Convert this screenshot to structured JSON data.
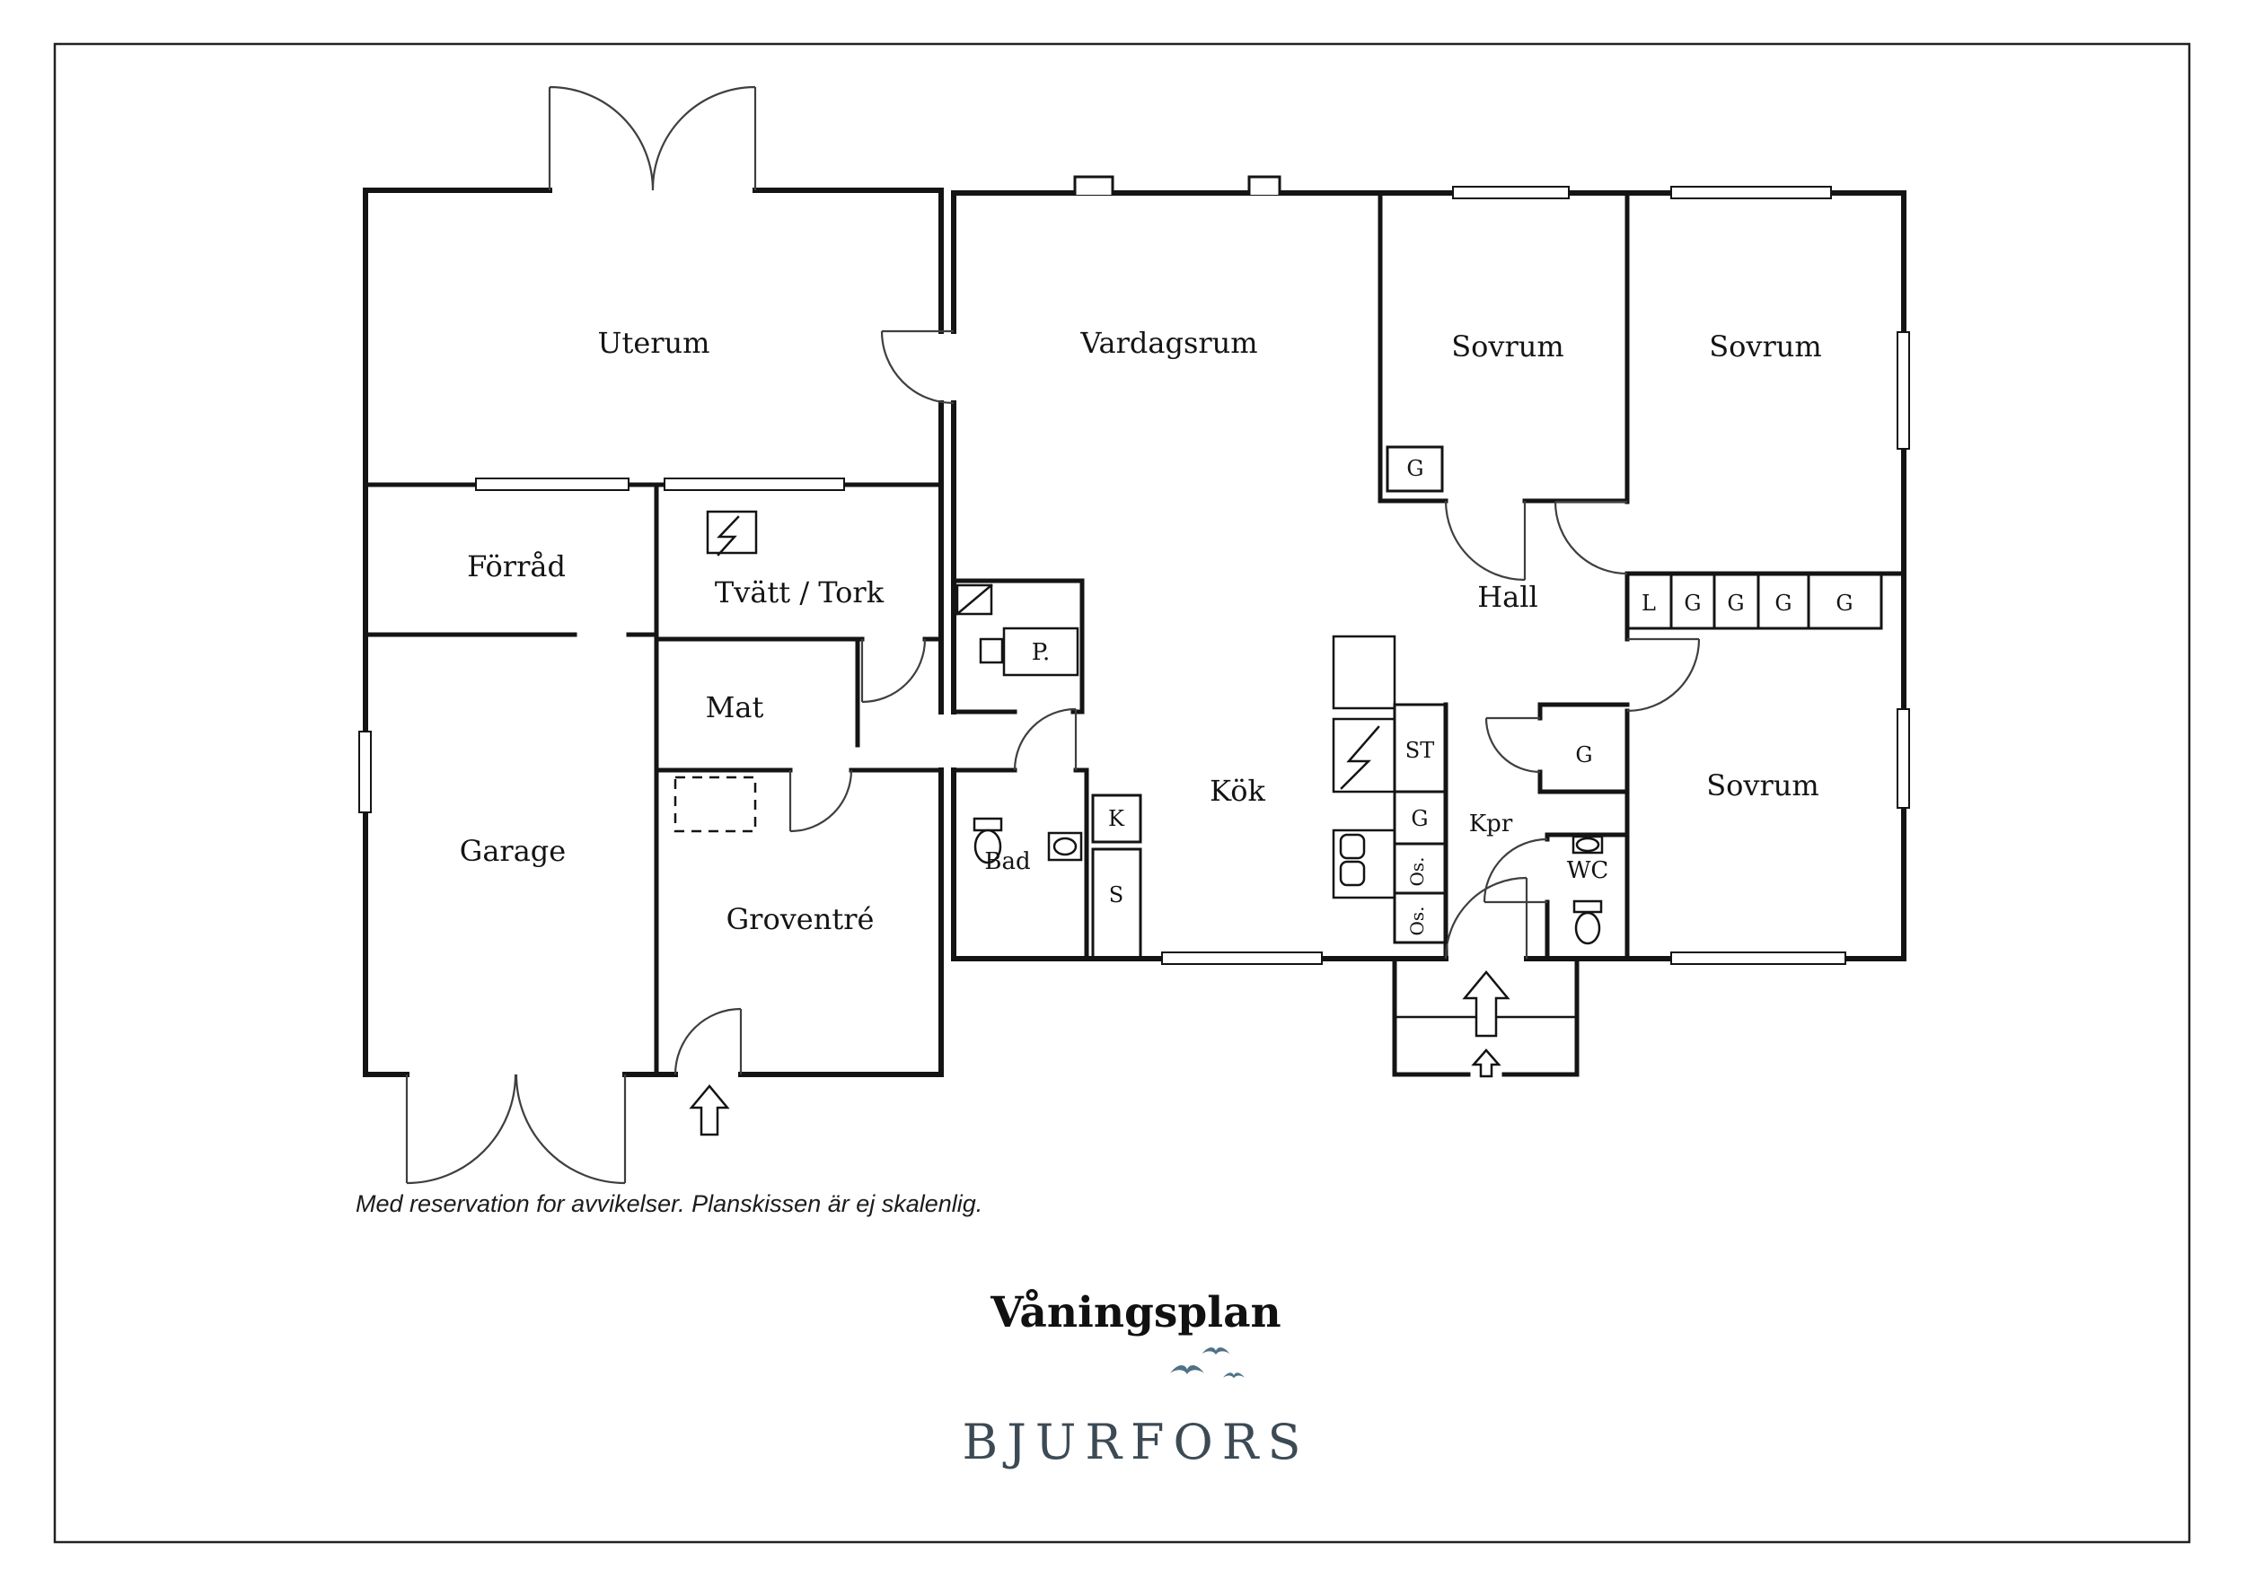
{
  "floorplan": {
    "rooms": {
      "uterum": "Uterum",
      "vardagsrum": "Vardagsrum",
      "sovrum_top_left": "Sovrum",
      "sovrum_top_right": "Sovrum",
      "sovrum_right": "Sovrum",
      "forrad": "Förråd",
      "tvatt_tork": "Tvätt / Tork",
      "mat": "Mat",
      "garage": "Garage",
      "groventre": "Groventré",
      "bad": "Bad",
      "kok": "Kök",
      "hall": "Hall",
      "kpr": "Kpr",
      "wc": "WC"
    },
    "closet_labels": {
      "g": "G",
      "st": "ST",
      "k": "K",
      "s": "S",
      "p": "P.",
      "os": "Os."
    },
    "wardrobe_row": [
      "L",
      "G",
      "G",
      "G",
      "G"
    ],
    "colors": {
      "wall": "#141414",
      "brand_text": "#3c4a54",
      "brand_birds": "#4f7286"
    }
  },
  "footer": {
    "disclaimer": "Med reservation for avvikelser. Planskissen är ej skalenlig.",
    "title": "Våningsplan",
    "brand": "BJURFORS"
  }
}
